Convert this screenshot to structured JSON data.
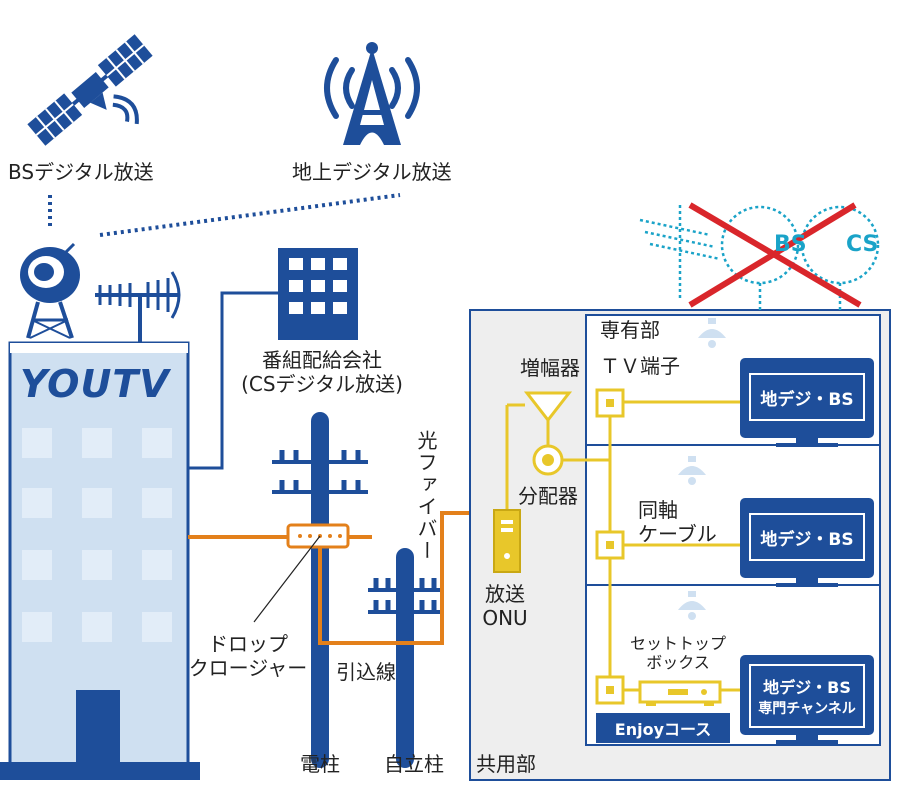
{
  "colors": {
    "blue": "#1e4e9a",
    "light_blue": "#cfe0f1",
    "yellow": "#e8c72a",
    "orange": "#e3801b",
    "red": "#d9262b",
    "cyan_dotted": "#1aa3c8",
    "gray_panel": "#eeeeee"
  },
  "labels": {
    "bs_broadcast": "BSデジタル放送",
    "terrestrial_broadcast": "地上デジタル放送",
    "program_supplier_line1": "番組配給会社",
    "program_supplier_line2": "(CSデジタル放送)",
    "optical_fiber": "光ファイバー",
    "amplifier": "増幅器",
    "splitter": "分配器",
    "broadcast_onu_line1": "放送",
    "broadcast_onu_line2": "ONU",
    "drop_closure_line1": "ドロップ",
    "drop_closure_line2": "クロージャー",
    "service_line": "引込線",
    "utility_pole": "電柱",
    "independent_pole": "自立柱",
    "common_area": "共用部",
    "private_area": "専有部",
    "tv_terminal": "ＴＶ端子",
    "coax_cable_line1": "同軸",
    "coax_cable_line2": "ケーブル",
    "settop_box_line1": "セットトップ",
    "settop_box_line2": "ボックス",
    "enjoy_course": "Enjoyコース",
    "tv1": "地デジ・BS",
    "tv2": "地デジ・BS",
    "tv3_line1": "地デジ・BS",
    "tv3_line2": "専門チャンネル",
    "crossed_out_bs": "BS",
    "crossed_out_cs": "CS",
    "logo": "YOUTV"
  }
}
